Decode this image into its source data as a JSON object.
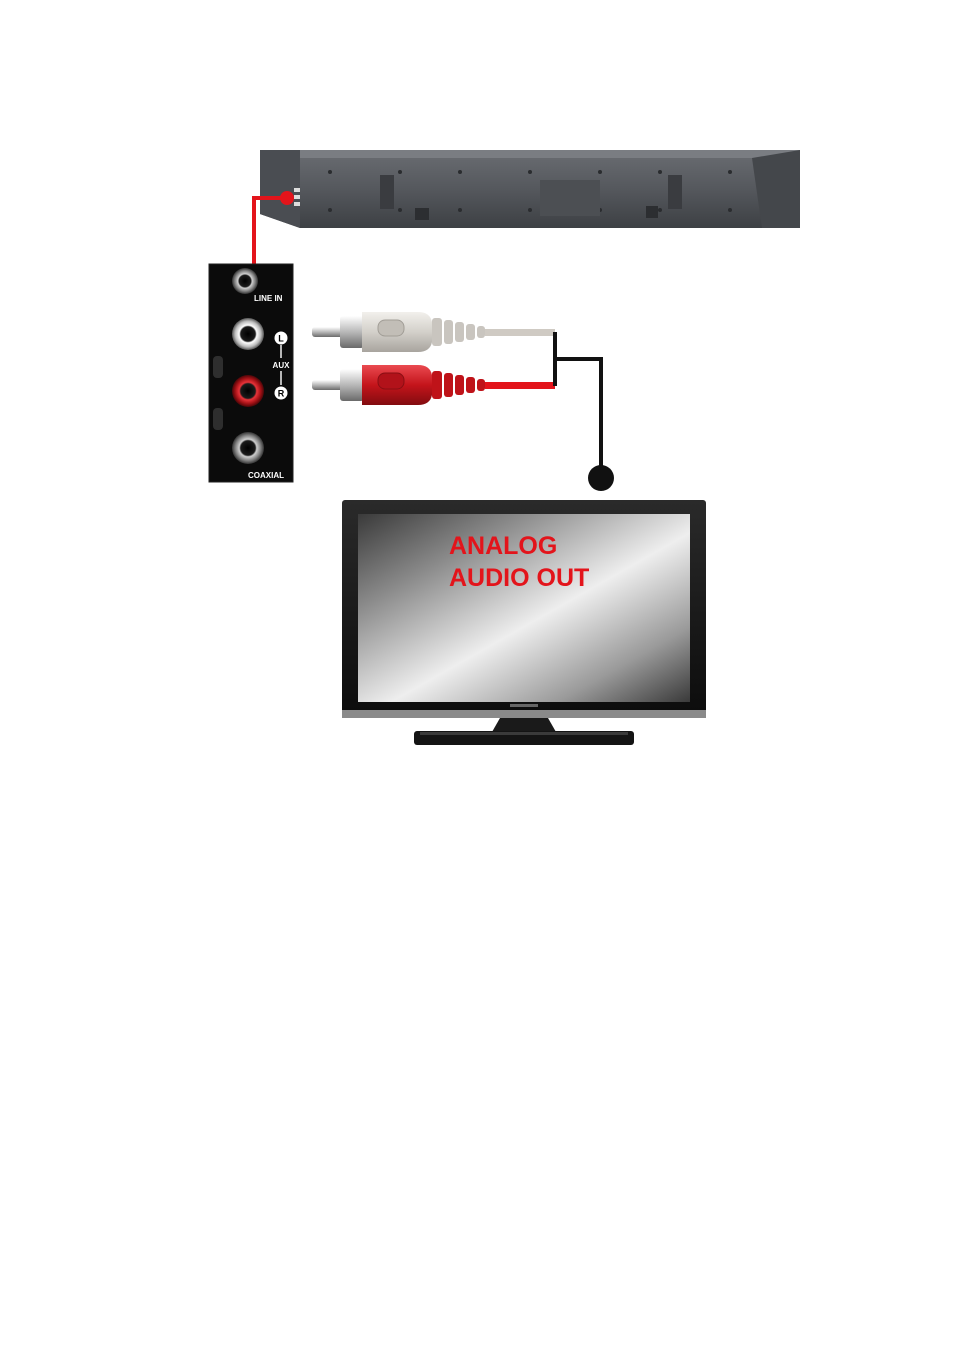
{
  "panel": {
    "line_in_label": "LINE IN",
    "aux_label": "AUX",
    "left_label": "L",
    "right_label": "R",
    "coaxial_label": "COAXIAL"
  },
  "tv": {
    "screen_text_line1": "ANALOG",
    "screen_text_line2": "AUDIO OUT"
  },
  "colors": {
    "cable_red": "#e3141b",
    "plug_white": "#d4d1cc",
    "plug_red": "#c8141b",
    "wire_black": "#111111",
    "text_red": "#e3141b"
  }
}
